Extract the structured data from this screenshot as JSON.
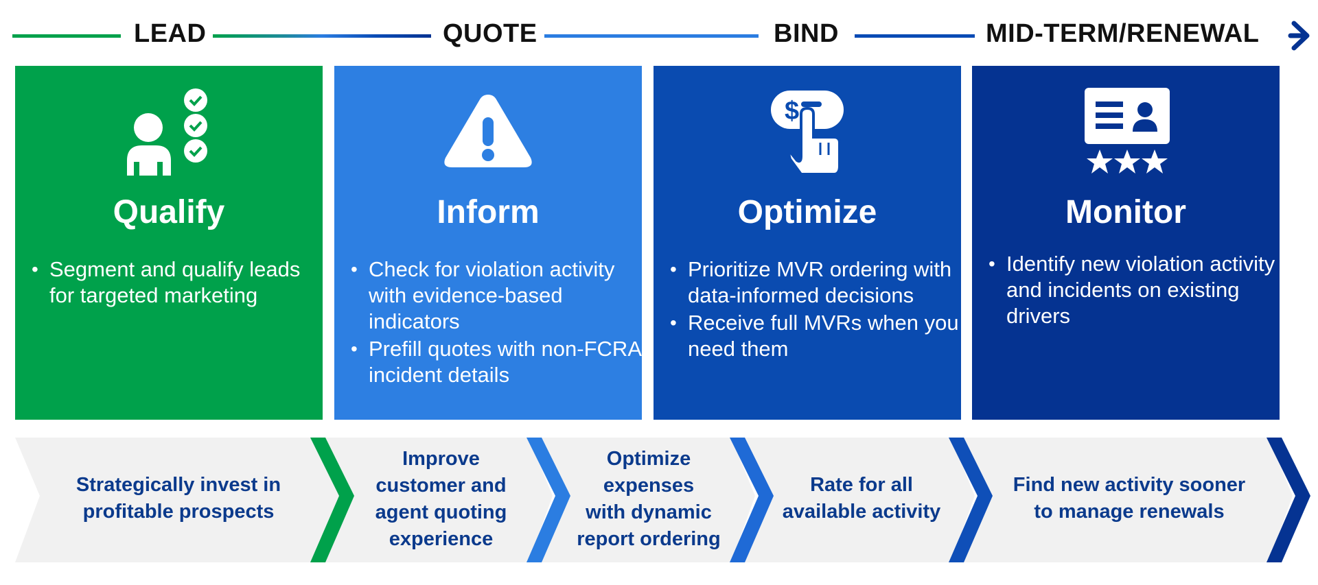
{
  "stages": [
    {
      "label": "LEAD",
      "color": "#00a14b"
    },
    {
      "label": "QUOTE",
      "color": "#2b7de1"
    },
    {
      "label": "BIND",
      "color": "#0a4bb5"
    },
    {
      "label": "MID-TERM/RENEWAL",
      "color": "#053392"
    }
  ],
  "cards": [
    {
      "title": "Qualify",
      "icon": "person-checklist-icon",
      "color": "#00a14b",
      "bullets": [
        "Segment and qualify leads for targeted marketing"
      ]
    },
    {
      "title": "Inform",
      "icon": "warning-triangle-icon",
      "color": "#2d7fe2",
      "bullets": [
        "Check for violation activity with evidence-based indicators",
        "Prefill quotes with non-FCRA incident details"
      ]
    },
    {
      "title": "Optimize",
      "icon": "dollar-tap-icon",
      "color": "#0a4bb0",
      "bullets": [
        "Prioritize MVR ordering with data-informed decisions",
        "Receive full MVRs when you need them"
      ]
    },
    {
      "title": "Monitor",
      "icon": "id-card-rating-icon",
      "color": "#053391",
      "bullets": [
        "Identify new violation activity and incidents on existing drivers"
      ]
    }
  ],
  "benefits": [
    {
      "lines": [
        "Strategically invest in",
        "profitable prospects"
      ]
    },
    {
      "lines": [
        "Improve",
        "customer and",
        "agent quoting",
        "experience"
      ]
    },
    {
      "lines": [
        "Optimize",
        "expenses",
        "with dynamic",
        "report ordering"
      ]
    },
    {
      "lines": [
        "Rate for all",
        "available activity"
      ]
    },
    {
      "lines": [
        "Find new activity sooner",
        "to manage renewals"
      ]
    }
  ],
  "benefit_separator_colors": [
    "#00a14b",
    "#2b7de1",
    "#1f6ad6",
    "#0f4fb8",
    "#053392"
  ]
}
